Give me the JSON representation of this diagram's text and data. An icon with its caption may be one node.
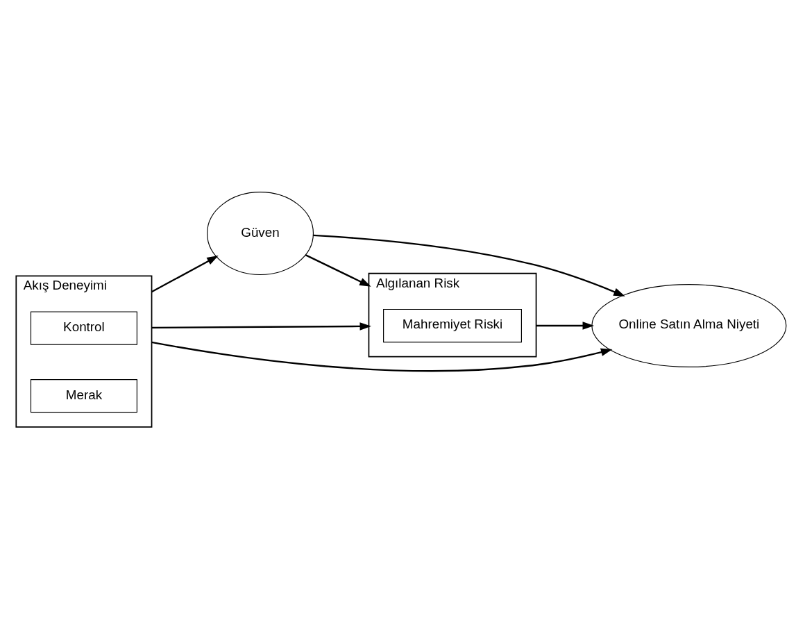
{
  "diagram": {
    "nodes": [
      {
        "text": [
          "Akış Deneyimi"
        ]
      },
      {
        "text": [
          "Kontrol"
        ],
        "in": 0
      },
      {
        "text": [
          "Merak"
        ],
        "in": 0
      },
      {
        "text": [
          "Güven"
        ]
      },
      {
        "text": [
          "Online Satın Alma Niyeti"
        ]
      },
      {
        "text": [
          "Algılanan Risk"
        ]
      },
      {
        "text": [
          "Mahremiyet Riski"
        ],
        "in": 5
      }
    ],
    "edges": [
      {
        "from": 0,
        "to": 3,
        "arrow": "to"
      },
      {
        "from": 3,
        "to": 4,
        "arrow": "to"
      },
      {
        "from": 3,
        "to": 5,
        "arrow": "to"
      },
      {
        "from": 0,
        "to": 5,
        "arrow": "to"
      },
      {
        "from": 5,
        "to": 4,
        "arrow": "to"
      },
      {
        "from": 0,
        "to": 4,
        "arrow": "to"
      }
    ]
  }
}
